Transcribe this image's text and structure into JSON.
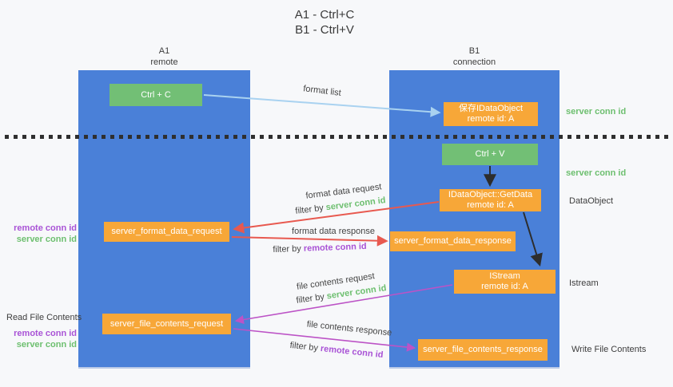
{
  "title": {
    "line1": "A1 - Ctrl+C",
    "line2": "B1 - Ctrl+V"
  },
  "lifelines": {
    "a1": {
      "name": "A1",
      "role": "remote"
    },
    "b1": {
      "name": "B1",
      "role": "connection"
    }
  },
  "nodes": {
    "ctrl_c": {
      "label": "Ctrl + C"
    },
    "ctrl_v": {
      "label": "Ctrl + V"
    },
    "save_idataobject": {
      "line1": "保存IDataObject",
      "line2": "remote id: A"
    },
    "getdata": {
      "line1": "IDataObject::GetData",
      "line2": "remote id: A"
    },
    "istream": {
      "line1": "IStream",
      "line2": "remote id: A"
    },
    "format_request": {
      "label": "server_format_data_request"
    },
    "format_response": {
      "label": "server_format_data_response"
    },
    "file_request": {
      "label": "server_file_contents_request"
    },
    "file_response": {
      "label": "server_file_contents_response"
    }
  },
  "flow_labels": {
    "format_list": "format list",
    "format_data_request": "format data request",
    "format_data_response": "format data response",
    "file_contents_request": "file contents request",
    "file_contents_response": "file contents response",
    "filter_by": "filter by",
    "server_conn_id": "server conn id",
    "remote_conn_id": "remote conn id"
  },
  "side_labels": {
    "left_format_remote": "remote conn id",
    "left_format_server": "server conn id",
    "read_file_contents": "Read File Contents",
    "left_file_remote": "remote conn id",
    "left_file_server": "server conn id",
    "right_server_conn_top": "server conn id",
    "right_server_conn_mid": "server conn id",
    "data_object": "DataObject",
    "istream": "Istream",
    "write_file_contents": "Write File Contents"
  },
  "colors": {
    "lifeline_blue": "#4a80d8",
    "action_green": "#72bf75",
    "message_orange": "#f7a738",
    "arrow_red": "#e8594f",
    "arrow_purple": "#bc53c6",
    "arrow_lightblue": "#a9d2f0",
    "arrow_black": "#2d2d2d",
    "text_green": "#6dbf6f",
    "text_purple": "#a953d6"
  }
}
